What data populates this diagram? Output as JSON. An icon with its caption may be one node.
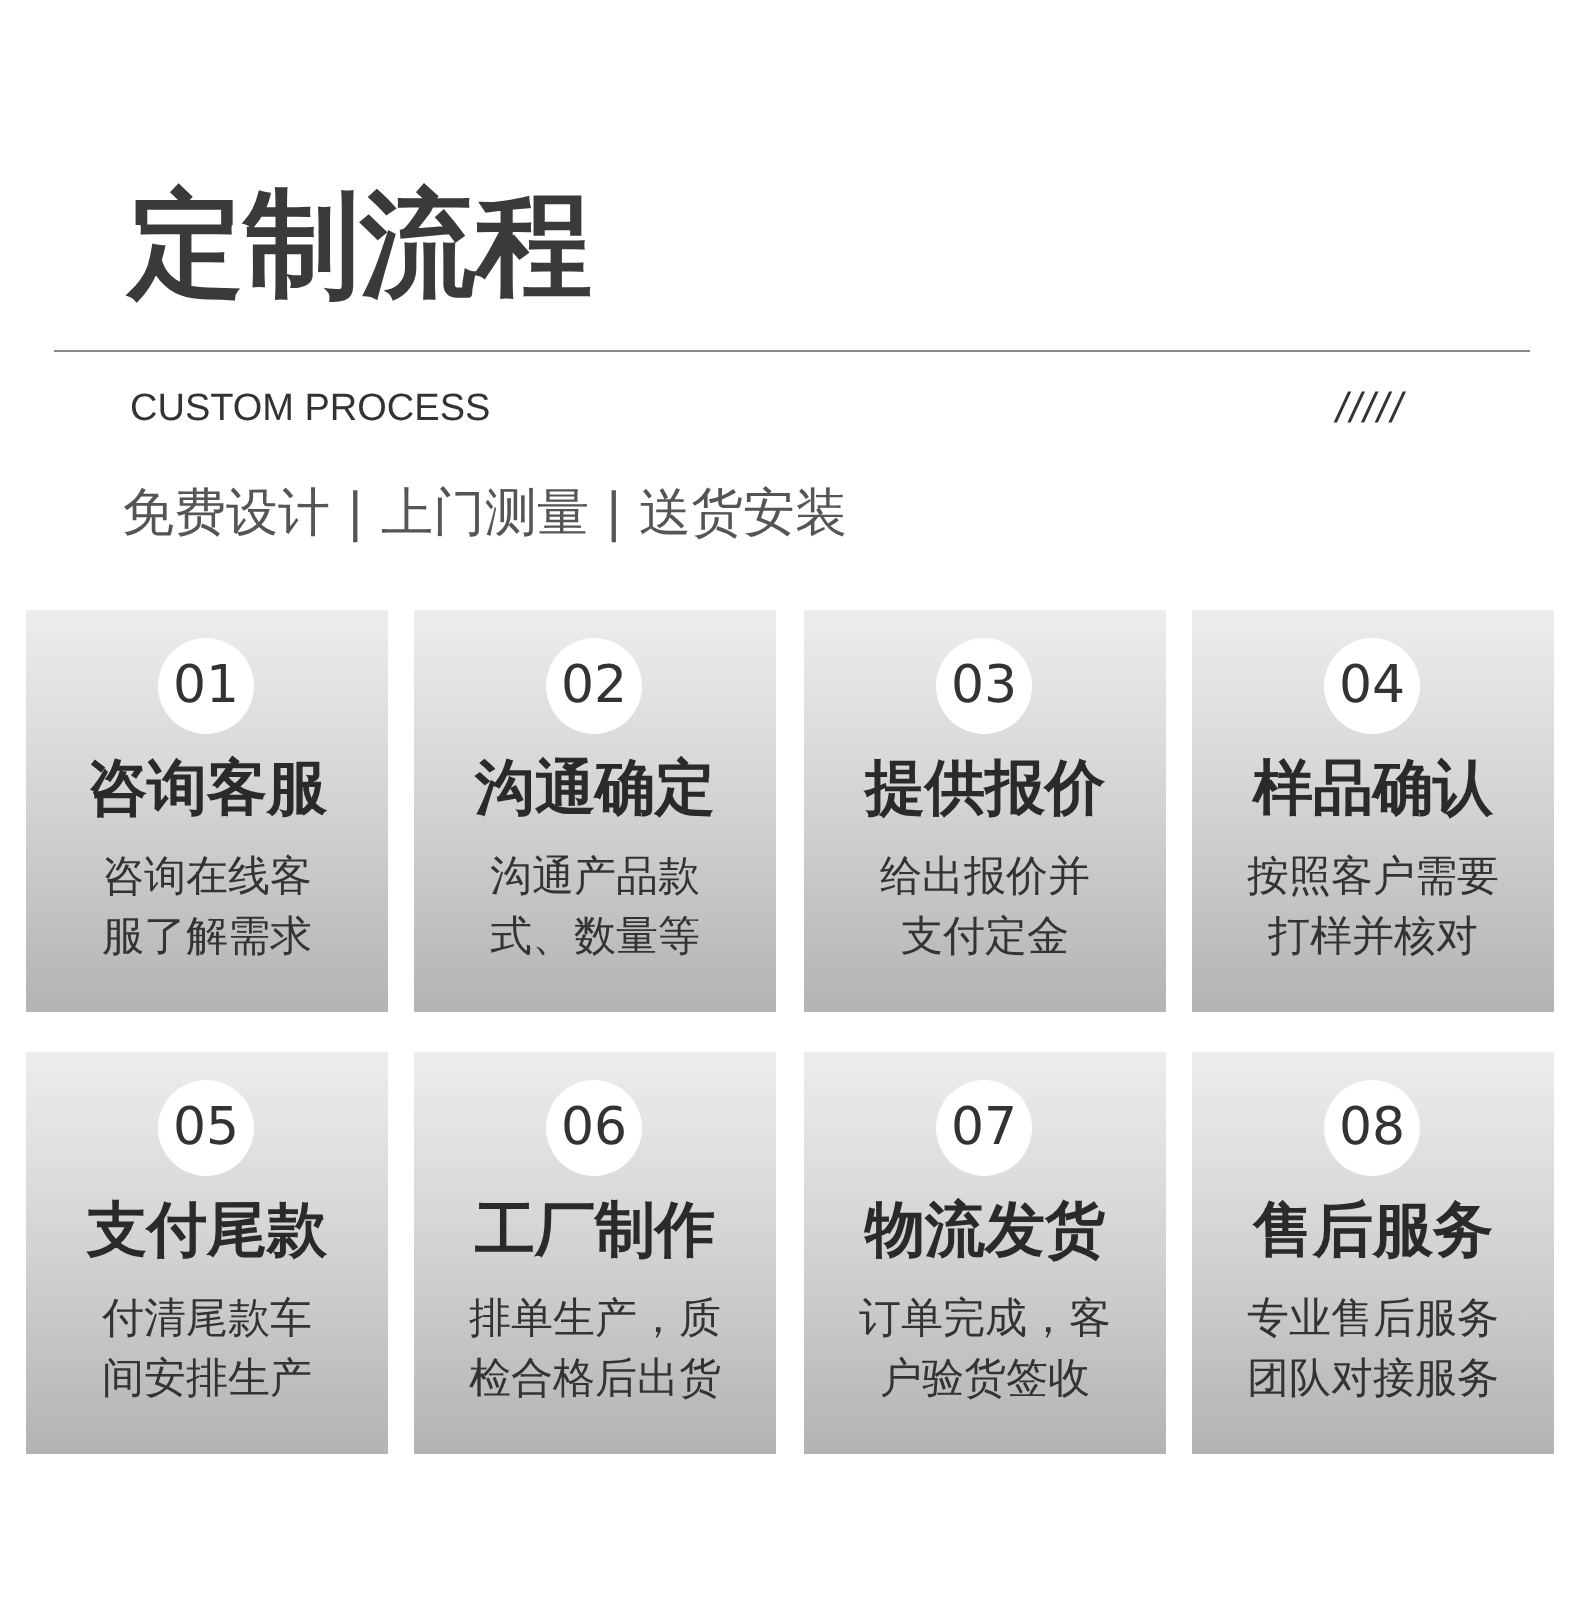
{
  "diagram": {
    "title": "定制流程",
    "nodes": [
      {
        "text": [
          "咨询客服",
          "咨询在线客服了解需求"
        ]
      },
      {
        "text": [
          "01"
        ],
        "in": 0
      },
      {
        "text": [
          "沟通确定",
          "沟通产品款式、数量等"
        ]
      },
      {
        "text": [
          "02"
        ],
        "in": 2
      },
      {
        "text": [
          "提供报价",
          "给出报价并支付定金"
        ]
      },
      {
        "text": [
          "03"
        ],
        "in": 4
      },
      {
        "text": [
          "样品确认",
          "按照客户需要打样并核对"
        ]
      },
      {
        "text": [
          "04"
        ],
        "in": 6
      },
      {
        "text": [
          "支付尾款",
          "付清尾款车间安排生产"
        ]
      },
      {
        "text": [
          "05"
        ],
        "in": 8
      },
      {
        "text": [
          "工厂制作",
          "排单生产，质检合格后出货"
        ]
      },
      {
        "text": [
          "06"
        ],
        "in": 10
      },
      {
        "text": [
          "物流发货",
          "订单完成，客户验货签收"
        ]
      },
      {
        "text": [
          "07"
        ],
        "in": 12
      },
      {
        "text": [
          "售后服务",
          "专业售后服务团队对接服务"
        ]
      },
      {
        "text": [
          "08"
        ],
        "in": 14
      }
    ],
    "labels": [
      "CUSTOM PROCESS",
      "/////",
      "免费设计 | 上门测量 | 送货安装"
    ]
  }
}
